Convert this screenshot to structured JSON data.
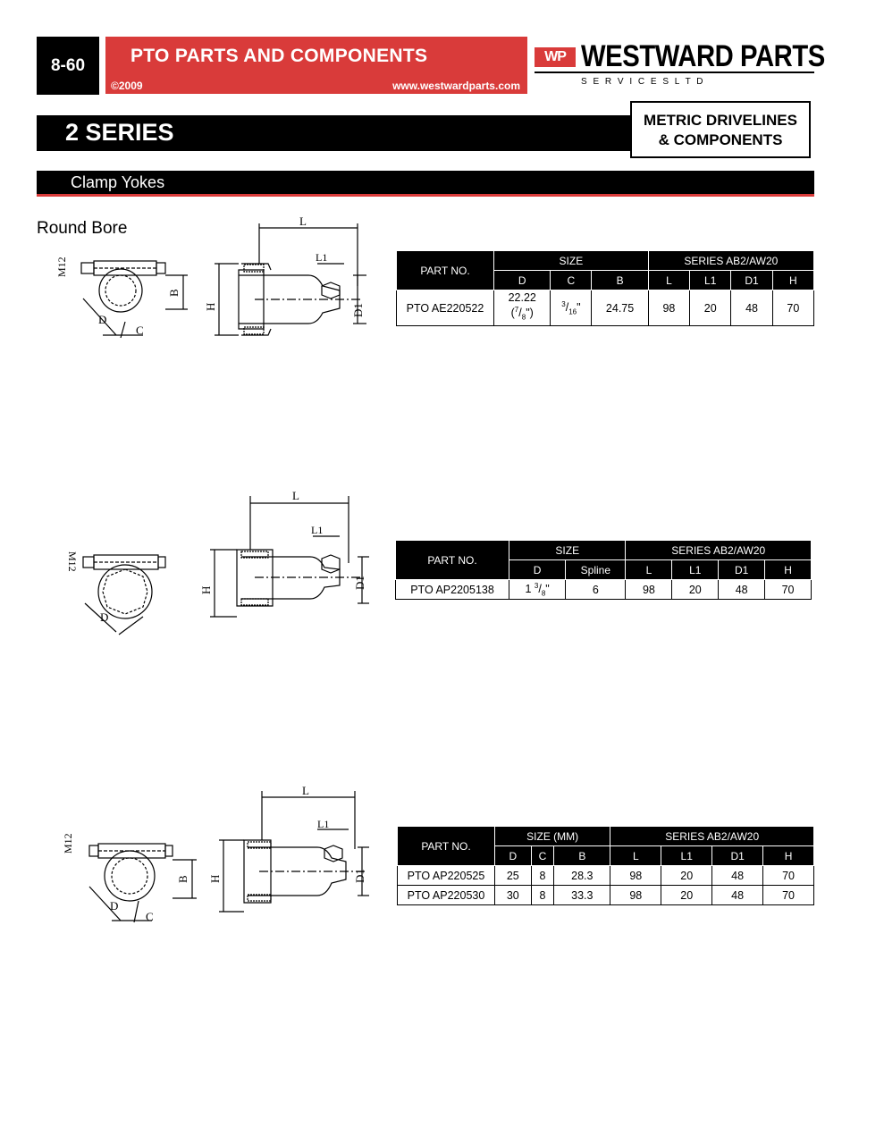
{
  "header": {
    "page_number": "8-60",
    "section_title": "PTO PARTS AND COMPONENTS",
    "copyright": "©2009",
    "website": "www.westwardparts.com",
    "logo_mark": "WP",
    "brand": "WESTWARD PARTS",
    "brand_sub": "S E R V I C E S     L T D"
  },
  "series": {
    "title": "2 SERIES",
    "badge_line1": "METRIC DRIVELINES",
    "badge_line2": "& COMPONENTS"
  },
  "subsection": {
    "title": "Clamp Yokes",
    "bore_type": "Round Bore"
  },
  "drawing_labels": {
    "m12": "M12",
    "d": "D",
    "c": "C",
    "b": "B",
    "l": "L",
    "l1": "L1",
    "h": "H",
    "d1": "D1"
  },
  "tables": [
    {
      "part_header": "PART NO.",
      "size_header": "SIZE",
      "series_header": "SERIES AB2/AW20",
      "columns": [
        "D",
        "C",
        "B",
        "L",
        "L1",
        "D1",
        "H"
      ],
      "rows": [
        {
          "part": "PTO AE220522",
          "d_main": "22.22",
          "d_frac_num": "7",
          "d_frac_den": "8",
          "c_num": "3",
          "c_den": "16",
          "b": "24.75",
          "l": "98",
          "l1": "20",
          "d1": "48",
          "h": "70"
        }
      ]
    },
    {
      "part_header": "PART NO.",
      "size_header": "SIZE",
      "series_header": "SERIES AB2/AW20",
      "columns": [
        "D",
        "Spline",
        "L",
        "L1",
        "D1",
        "H"
      ],
      "rows": [
        {
          "part": "PTO AP2205138",
          "d_whole": "1",
          "d_num": "3",
          "d_den": "8",
          "spline": "6",
          "l": "98",
          "l1": "20",
          "d1": "48",
          "h": "70"
        }
      ]
    },
    {
      "part_header": "PART NO.",
      "size_header": "SIZE (MM)",
      "series_header": "SERIES AB2/AW20",
      "columns": [
        "D",
        "C",
        "B",
        "L",
        "L1",
        "D1",
        "H"
      ],
      "rows": [
        {
          "part": "PTO AP220525",
          "d": "25",
          "c": "8",
          "b": "28.3",
          "l": "98",
          "l1": "20",
          "d1": "48",
          "h": "70"
        },
        {
          "part": "PTO AP220530",
          "d": "30",
          "c": "8",
          "b": "33.3",
          "l": "98",
          "l1": "20",
          "d1": "48",
          "h": "70"
        }
      ]
    }
  ]
}
